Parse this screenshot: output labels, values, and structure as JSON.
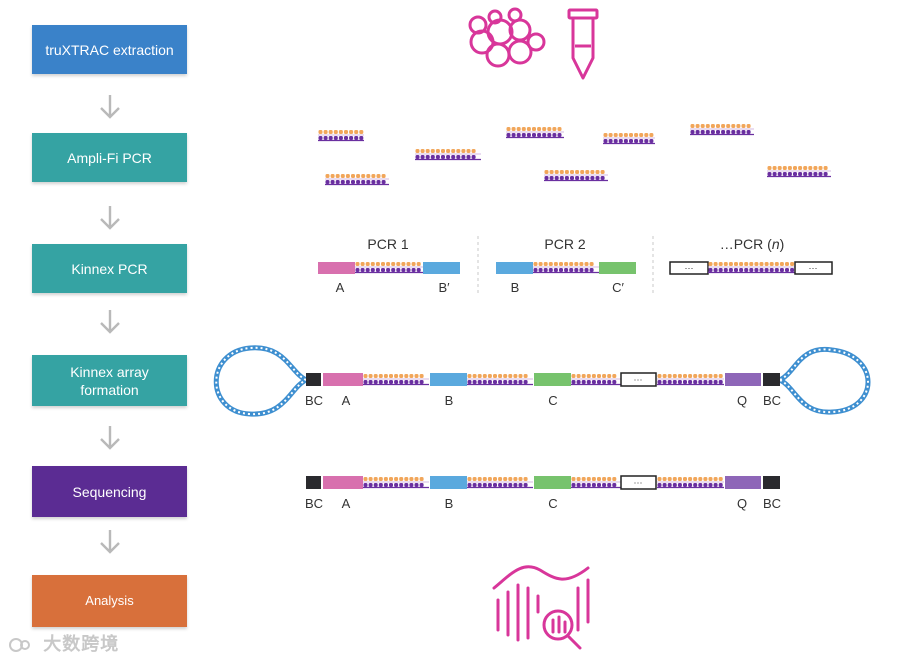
{
  "colors": {
    "blue_step": "#3a82c9",
    "teal_step": "#35a3a3",
    "purple_step": "#5b2c93",
    "orange_step": "#d8703b",
    "magenta": "#d8369a",
    "seg_pink": "#d870ae",
    "seg_blue": "#5aa9de",
    "seg_green": "#77c36d",
    "seg_purple": "#8e66b8",
    "seg_black": "#2a2a2e",
    "bead_orange": "#f1a65a",
    "bead_purple": "#6a2fa0",
    "loop_blue": "#3e8fd0"
  },
  "steps": [
    {
      "label": "truXTRAC extraction",
      "color": "#3a82c9"
    },
    {
      "label": "Ampli-Fi PCR",
      "color": "#35a3a3"
    },
    {
      "label": "Kinnex PCR",
      "color": "#35a3a3"
    },
    {
      "label": "Kinnex array\nformation",
      "color": "#35a3a3"
    },
    {
      "label": "Sequencing",
      "color": "#5b2c93"
    },
    {
      "label": "Analysis",
      "color": "#d8703b"
    }
  ],
  "pcr": {
    "pcr1": "PCR 1",
    "pcr2": "PCR 2",
    "pcrn_prefix": "…PCR (",
    "pcrn_n": "n",
    "pcrn_suffix": ")",
    "label_a": "A",
    "label_b_prime": "B′",
    "label_b": "B",
    "label_c_prime": "C′",
    "ellipsis": "···"
  },
  "array": {
    "labels": [
      "BC",
      "A",
      "B",
      "C",
      "Q",
      "BC"
    ],
    "ellipsis": "···"
  },
  "sequencing": {
    "labels": [
      "BC",
      "A",
      "B",
      "C",
      "Q",
      "BC"
    ],
    "ellipsis": "···"
  },
  "watermark": "大数跨境"
}
